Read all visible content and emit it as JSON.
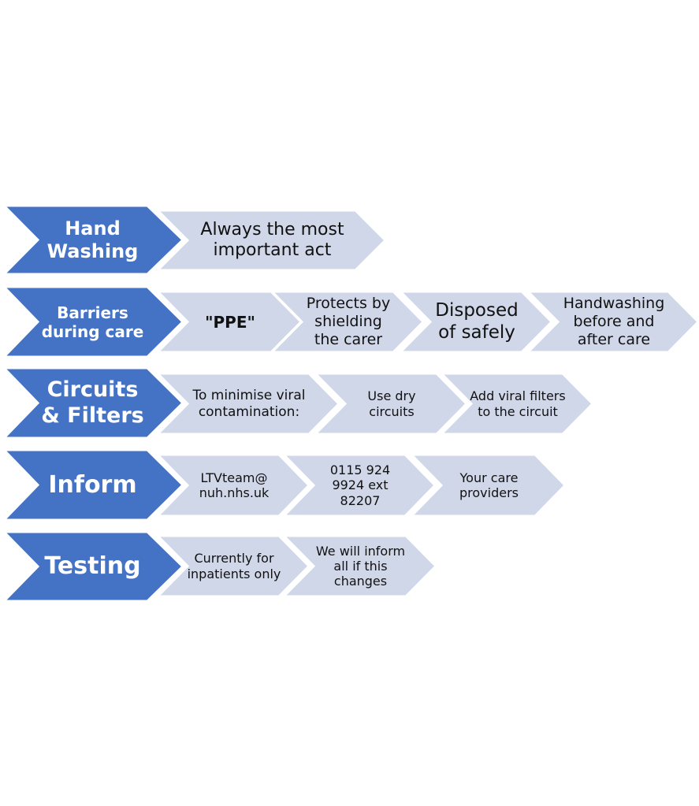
{
  "colors": {
    "head_fill": "#4472C4",
    "step_fill": "#D0D7E9",
    "head_text": "#FFFFFF",
    "step_text": "#111111",
    "background": "#FFFFFF"
  },
  "rows": [
    {
      "id": "hand-washing",
      "heading": "Hand\nWashing",
      "steps": [
        {
          "text": "Always the most important act"
        }
      ]
    },
    {
      "id": "barriers",
      "heading": "Barriers\nduring care",
      "steps": [
        {
          "text": "\"PPE\"",
          "bold": true
        },
        {
          "text": "Protects by shielding the carer"
        },
        {
          "text": "Disposed of safely"
        },
        {
          "text": "Handwashing before and after  care"
        }
      ]
    },
    {
      "id": "circuits-filters",
      "heading": "Circuits\n& Filters",
      "steps": [
        {
          "text": "To minimise viral contamination:"
        },
        {
          "text": "Use dry circuits"
        },
        {
          "text": "Add viral filters to the circuit"
        }
      ]
    },
    {
      "id": "inform",
      "heading": "Inform",
      "steps": [
        {
          "text": "LTVteam@\nnuh.nhs.uk"
        },
        {
          "text": "0115 924 9924 ext 82207"
        },
        {
          "text": "Your care providers"
        }
      ]
    },
    {
      "id": "testing",
      "heading": "Testing",
      "steps": [
        {
          "text": "Currently for inpatients only"
        },
        {
          "text": "We will inform all if this changes"
        }
      ]
    }
  ]
}
